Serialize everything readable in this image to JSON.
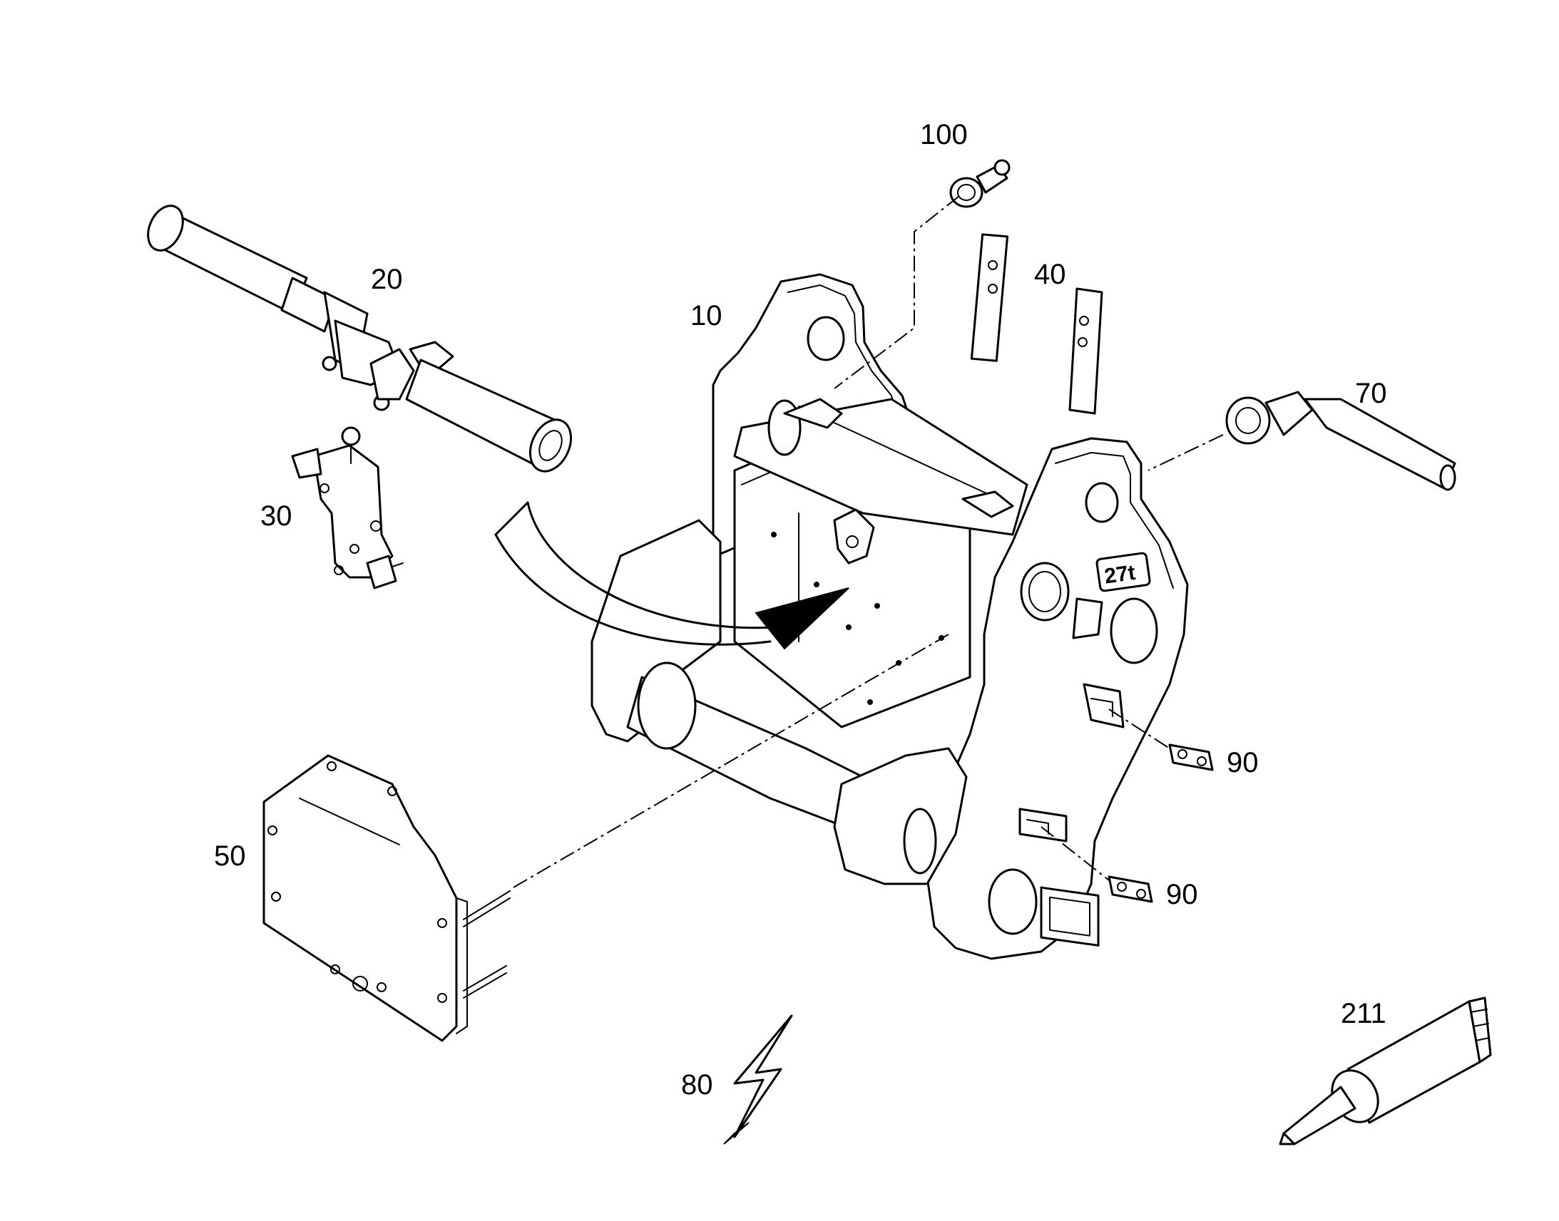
{
  "labels": {
    "frame": "10",
    "cylinder": "20",
    "valve": "30",
    "plates": "40",
    "cover": "50",
    "hose": "70",
    "electrical": "80",
    "clip_upper": "90",
    "clip_lower": "90",
    "grease_nipple": "100",
    "grease_tube": "211"
  },
  "colors": {
    "ink": "#000000",
    "paper": "#ffffff"
  },
  "icons": {
    "electrical": "lightning-bolt-icon",
    "arrow": "install-direction-arrow"
  }
}
